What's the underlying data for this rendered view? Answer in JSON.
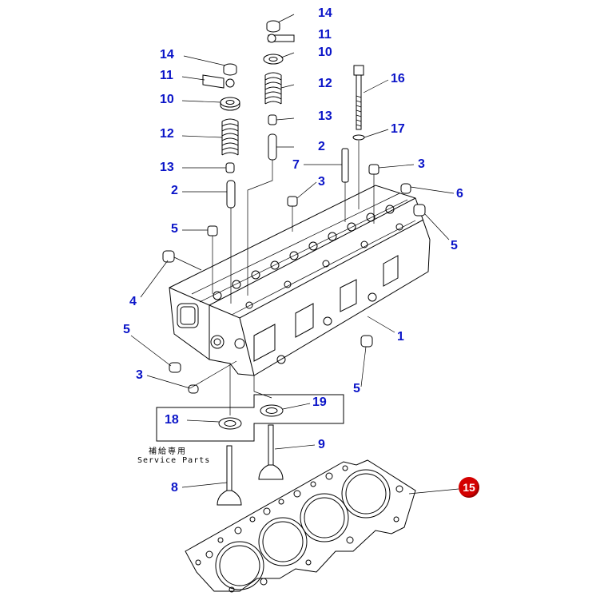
{
  "callouts": [
    {
      "id": "c14a",
      "label": "14"
    },
    {
      "id": "c11a",
      "label": "11"
    },
    {
      "id": "c10a",
      "label": "10"
    },
    {
      "id": "c12a",
      "label": "12"
    },
    {
      "id": "c13a",
      "label": "13"
    },
    {
      "id": "c2a",
      "label": "2"
    },
    {
      "id": "c14b",
      "label": "14"
    },
    {
      "id": "c11b",
      "label": "11"
    },
    {
      "id": "c10b",
      "label": "10"
    },
    {
      "id": "c12b",
      "label": "12"
    },
    {
      "id": "c13b",
      "label": "13"
    },
    {
      "id": "c2b",
      "label": "2"
    },
    {
      "id": "c16",
      "label": "16"
    },
    {
      "id": "c17",
      "label": "17"
    },
    {
      "id": "c7",
      "label": "7"
    },
    {
      "id": "c3a",
      "label": "3"
    },
    {
      "id": "c3b",
      "label": "3"
    },
    {
      "id": "c6",
      "label": "6"
    },
    {
      "id": "c5a",
      "label": "5"
    },
    {
      "id": "c5b",
      "label": "5"
    },
    {
      "id": "c4",
      "label": "4"
    },
    {
      "id": "c1",
      "label": "1"
    },
    {
      "id": "c5c",
      "label": "5"
    },
    {
      "id": "c3c",
      "label": "3"
    },
    {
      "id": "c5d",
      "label": "5"
    },
    {
      "id": "c19",
      "label": "19"
    },
    {
      "id": "c18",
      "label": "18"
    },
    {
      "id": "c9",
      "label": "9"
    },
    {
      "id": "c8",
      "label": "8"
    }
  ],
  "highlight": {
    "label": "15",
    "color": "#d40000"
  },
  "service_parts": {
    "japanese": "補給専用",
    "english": "Service Parts"
  },
  "colors": {
    "callout": "#0a14c8",
    "line": "#000000"
  }
}
